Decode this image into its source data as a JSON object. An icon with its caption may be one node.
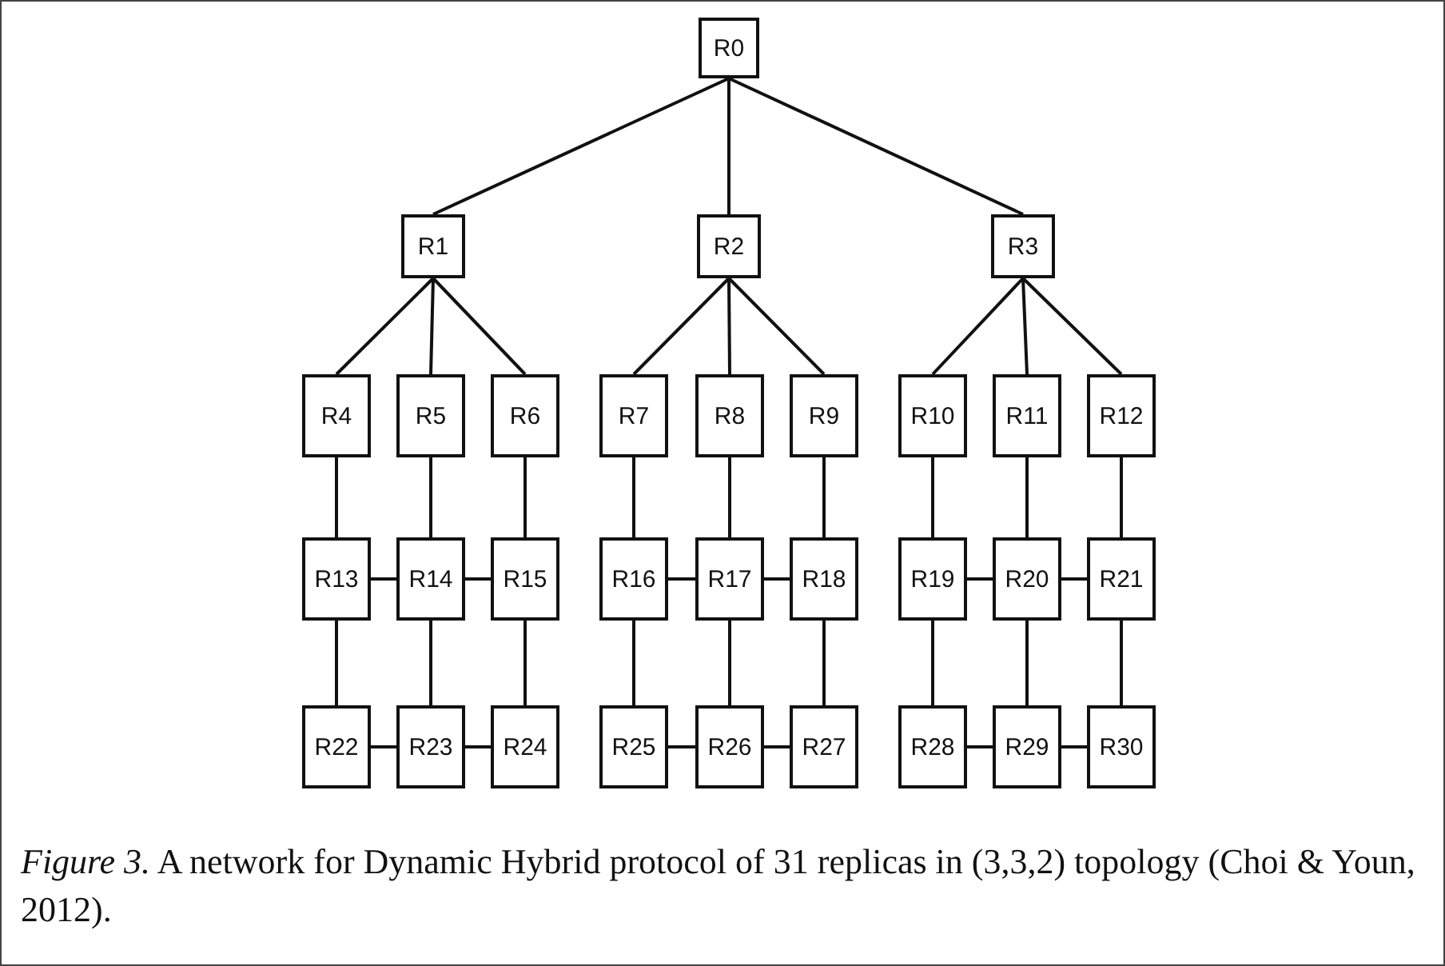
{
  "diagram": {
    "caption": "*Figure 3.* A network for Dynamic Hybrid protocol of 31 replicas in (3,3,2) topology (Choi & Youn, 2012).",
    "nodes": [
      {
        "text": [
          "R0"
        ]
      },
      {
        "text": [
          "R1"
        ]
      },
      {
        "text": [
          "R2"
        ]
      },
      {
        "text": [
          "R3"
        ]
      },
      {
        "text": [
          "R4"
        ]
      },
      {
        "text": [
          "R5"
        ]
      },
      {
        "text": [
          "R6"
        ]
      },
      {
        "text": [
          "R7"
        ]
      },
      {
        "text": [
          "R8"
        ]
      },
      {
        "text": [
          "R9"
        ]
      },
      {
        "text": [
          "R10"
        ]
      },
      {
        "text": [
          "R11"
        ]
      },
      {
        "text": [
          "R12"
        ]
      },
      {
        "text": [
          "R13"
        ]
      },
      {
        "text": [
          "R14"
        ]
      },
      {
        "text": [
          "R15"
        ]
      },
      {
        "text": [
          "R16"
        ]
      },
      {
        "text": [
          "R17"
        ]
      },
      {
        "text": [
          "R18"
        ]
      },
      {
        "text": [
          "R19"
        ]
      },
      {
        "text": [
          "R20"
        ]
      },
      {
        "text": [
          "R21"
        ]
      },
      {
        "text": [
          "R22"
        ]
      },
      {
        "text": [
          "R23"
        ]
      },
      {
        "text": [
          "R24"
        ]
      },
      {
        "text": [
          "R25"
        ]
      },
      {
        "text": [
          "R26"
        ]
      },
      {
        "text": [
          "R27"
        ]
      },
      {
        "text": [
          "R28"
        ]
      },
      {
        "text": [
          "R29"
        ]
      },
      {
        "text": [
          "R30"
        ]
      }
    ],
    "edges": [
      {
        "from": 0,
        "to": 1,
        "arrow": "none"
      },
      {
        "from": 0,
        "to": 2,
        "arrow": "none"
      },
      {
        "from": 0,
        "to": 3,
        "arrow": "none"
      },
      {
        "from": 1,
        "to": 4,
        "arrow": "none"
      },
      {
        "from": 1,
        "to": 5,
        "arrow": "none"
      },
      {
        "from": 1,
        "to": 6,
        "arrow": "none"
      },
      {
        "from": 2,
        "to": 7,
        "arrow": "none"
      },
      {
        "from": 2,
        "to": 8,
        "arrow": "none"
      },
      {
        "from": 2,
        "to": 9,
        "arrow": "none"
      },
      {
        "from": 3,
        "to": 10,
        "arrow": "none"
      },
      {
        "from": 3,
        "to": 11,
        "arrow": "none"
      },
      {
        "from": 3,
        "to": 12,
        "arrow": "none"
      },
      {
        "from": 4,
        "to": 13,
        "arrow": "none"
      },
      {
        "from": 5,
        "to": 14,
        "arrow": "none"
      },
      {
        "from": 6,
        "to": 15,
        "arrow": "none"
      },
      {
        "from": 7,
        "to": 16,
        "arrow": "none"
      },
      {
        "from": 8,
        "to": 17,
        "arrow": "none"
      },
      {
        "from": 9,
        "to": 18,
        "arrow": "none"
      },
      {
        "from": 10,
        "to": 19,
        "arrow": "none"
      },
      {
        "from": 11,
        "to": 20,
        "arrow": "none"
      },
      {
        "from": 12,
        "to": 21,
        "arrow": "none"
      },
      {
        "from": 13,
        "to": 14,
        "arrow": "none"
      },
      {
        "from": 14,
        "to": 15,
        "arrow": "none"
      },
      {
        "from": 16,
        "to": 17,
        "arrow": "none"
      },
      {
        "from": 17,
        "to": 18,
        "arrow": "none"
      },
      {
        "from": 19,
        "to": 20,
        "arrow": "none"
      },
      {
        "from": 20,
        "to": 21,
        "arrow": "none"
      },
      {
        "from": 13,
        "to": 22,
        "arrow": "none"
      },
      {
        "from": 14,
        "to": 23,
        "arrow": "none"
      },
      {
        "from": 15,
        "to": 24,
        "arrow": "none"
      },
      {
        "from": 16,
        "to": 25,
        "arrow": "none"
      },
      {
        "from": 17,
        "to": 26,
        "arrow": "none"
      },
      {
        "from": 18,
        "to": 27,
        "arrow": "none"
      },
      {
        "from": 19,
        "to": 28,
        "arrow": "none"
      },
      {
        "from": 20,
        "to": 29,
        "arrow": "none"
      },
      {
        "from": 21,
        "to": 30,
        "arrow": "none"
      },
      {
        "from": 22,
        "to": 23,
        "arrow": "none"
      },
      {
        "from": 23,
        "to": 24,
        "arrow": "none"
      },
      {
        "from": 25,
        "to": 26,
        "arrow": "none"
      },
      {
        "from": 26,
        "to": 27,
        "arrow": "none"
      },
      {
        "from": 28,
        "to": 29,
        "arrow": "none"
      },
      {
        "from": 29,
        "to": 30,
        "arrow": "none"
      }
    ]
  }
}
